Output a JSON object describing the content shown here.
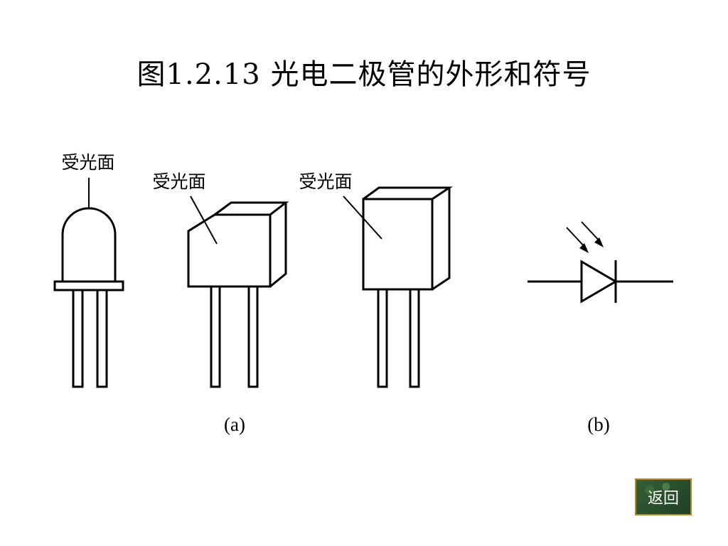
{
  "title": "图1.2.13 光电二极管的外形和符号",
  "figure": {
    "labels": {
      "light_face_1": "受光面",
      "light_face_2": "受光面",
      "light_face_3": "受光面"
    },
    "captions": {
      "a": "(a)",
      "b": "(b)"
    }
  },
  "nav": {
    "back_label": "返回"
  },
  "colors": {
    "line": "#000000",
    "button_bg": "#2e5a33",
    "button_border": "#b08a25"
  }
}
